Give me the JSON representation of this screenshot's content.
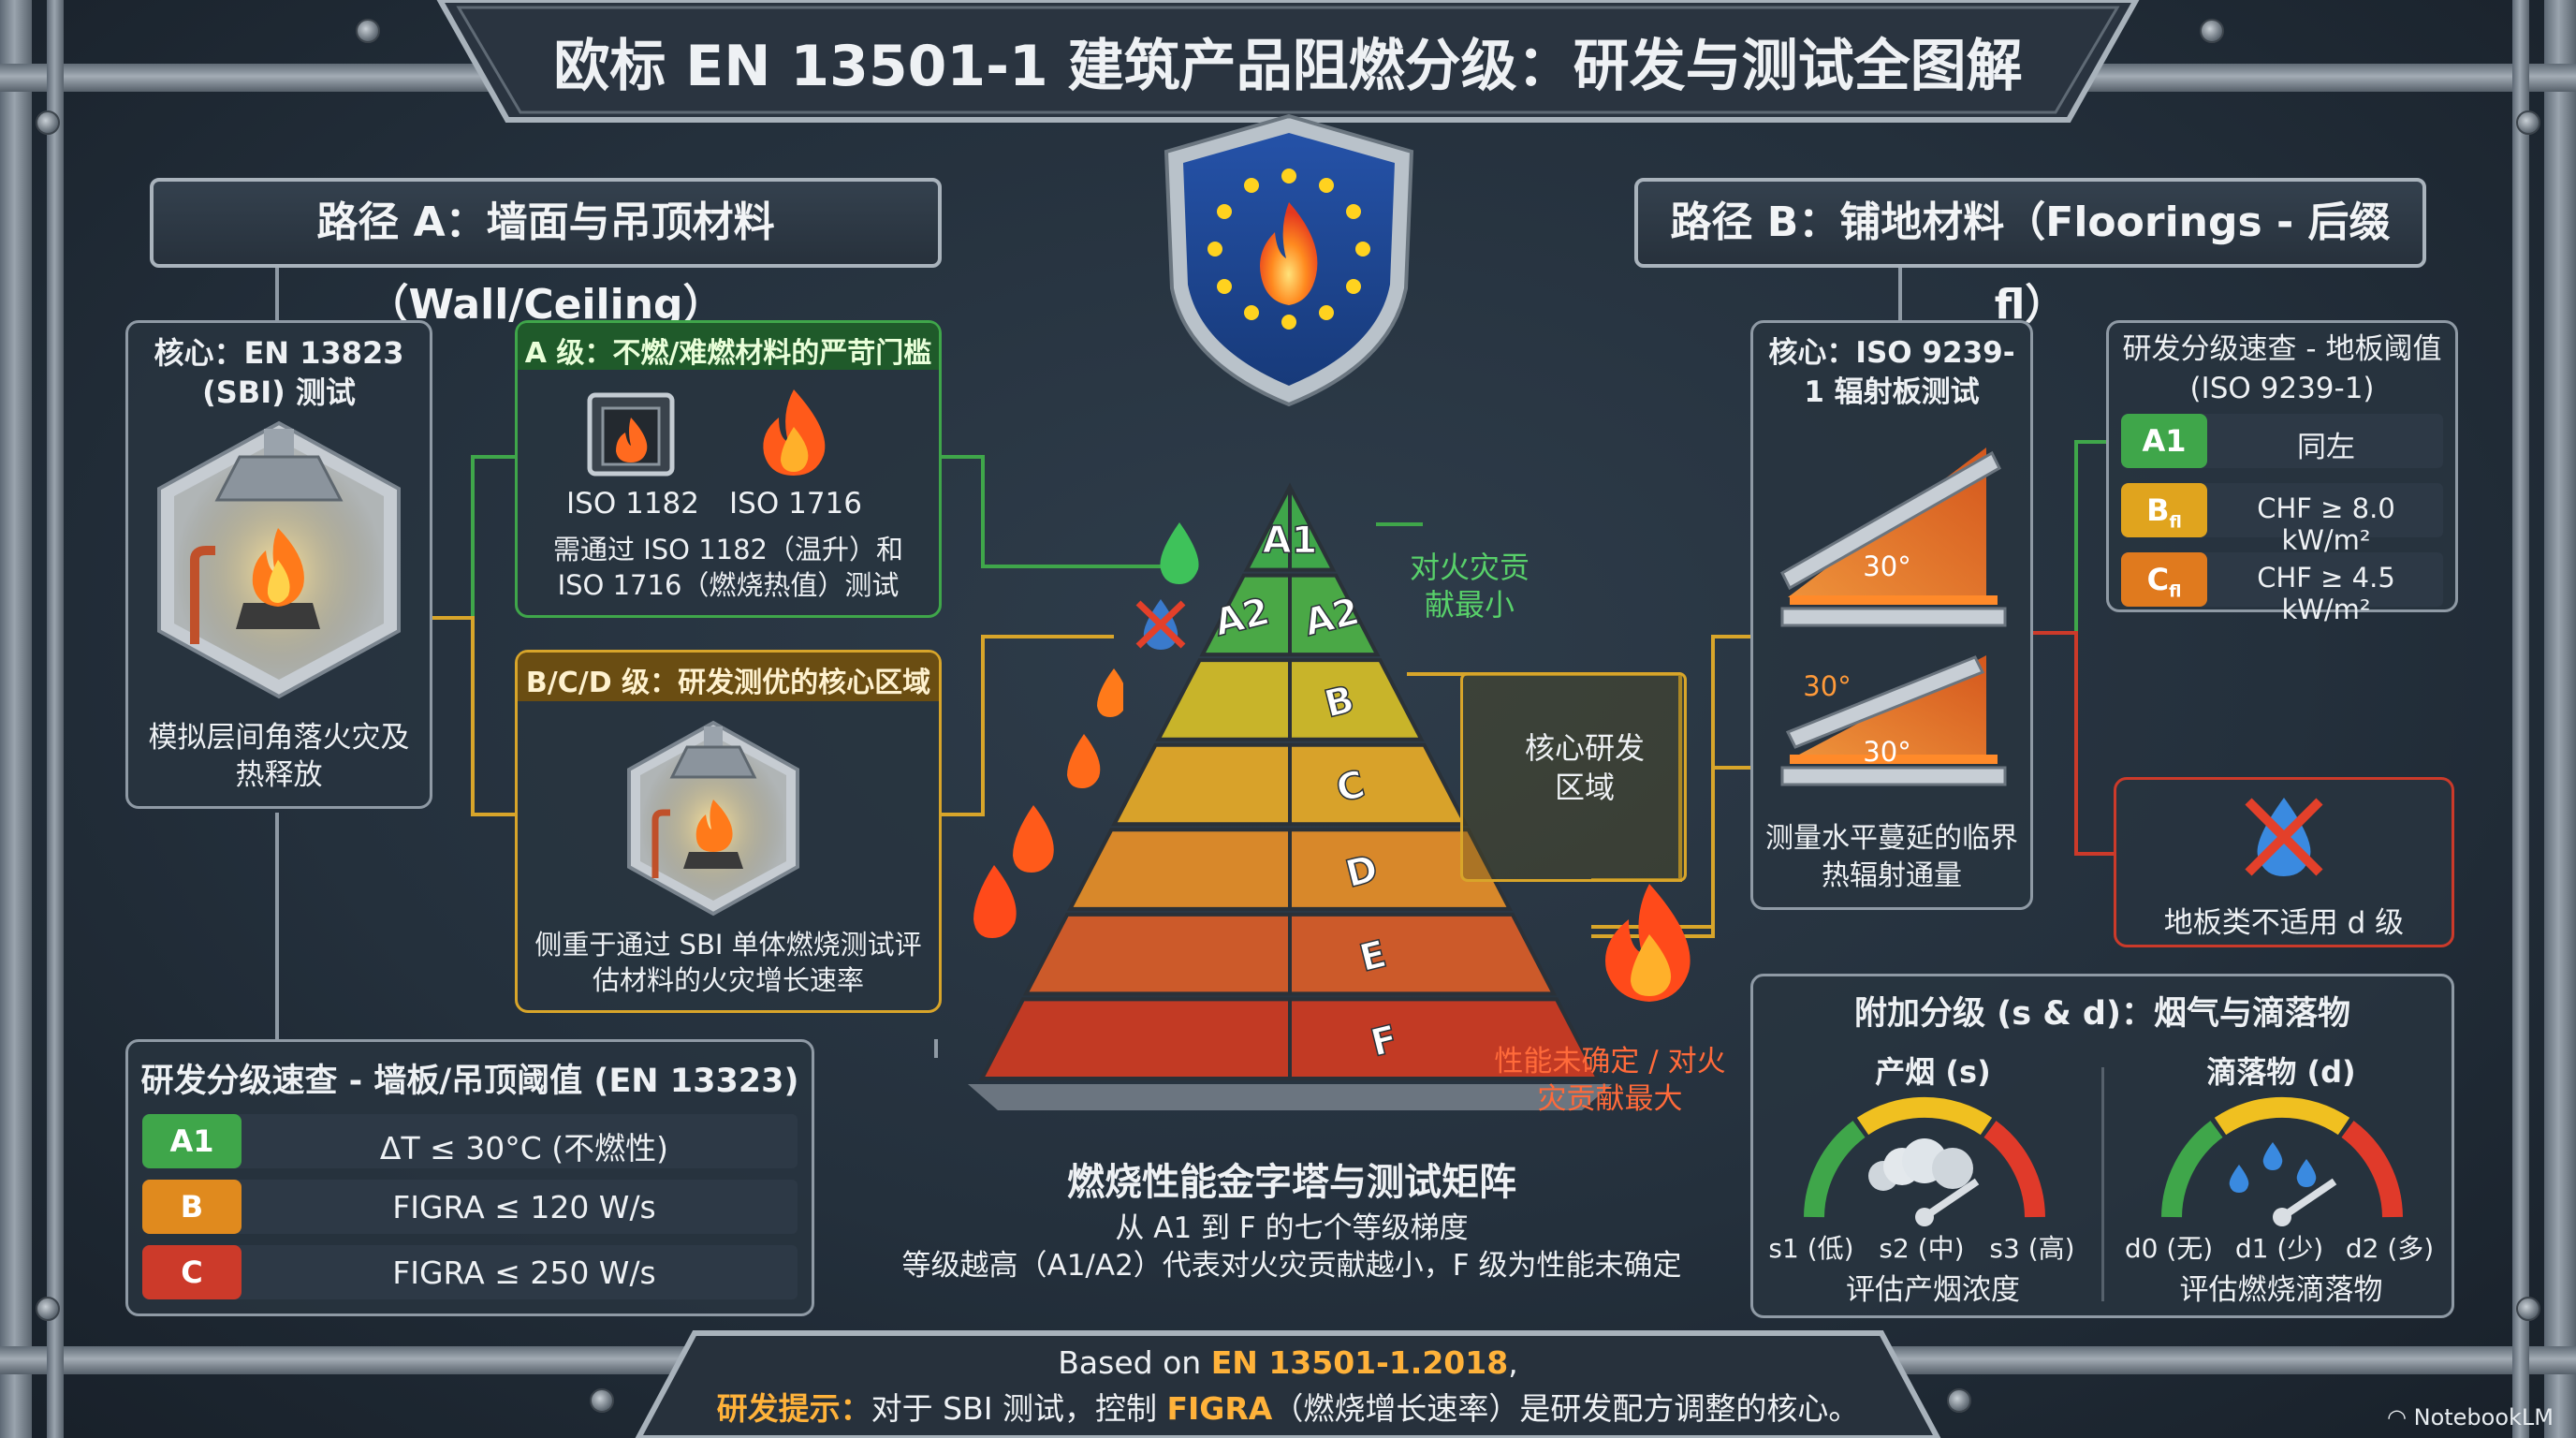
{
  "title": "欧标 EN 13501-1 建筑产品阻燃分级：研发与测试全图解",
  "path_a": {
    "header": "路径 A：墙面与吊顶材料（Wall/Ceiling）",
    "core_title": "核心：EN 13823 (SBI) 测试",
    "core_caption": "模拟层间角落火灾及热释放",
    "class_a": {
      "header": "A 级：不燃/难燃材料的严苛门槛",
      "label_1": "ISO 1182",
      "label_2": "ISO 1716",
      "note": "需通过 ISO 1182（温升）和 ISO 1716（燃烧热值）测试"
    },
    "class_bcd": {
      "header": "B/C/D 级：研发测优的核心区域",
      "note": "侧重于通过 SBI 单体燃烧测试评估材料的火灾增长速率"
    },
    "quick": {
      "title": "研发分级速查 - 墙板/吊顶阈值 (EN 13323)",
      "rows": [
        {
          "cls": "A1",
          "value": "ΔT ≤ 30°C (不燃性)",
          "color": "#3fa64a"
        },
        {
          "cls": "B",
          "value": "FIGRA ≤ 120 W/s",
          "color": "#e08a1e"
        },
        {
          "cls": "C",
          "value": "FIGRA ≤ 250 W/s",
          "color": "#cc3a2a"
        }
      ]
    }
  },
  "path_b": {
    "header": "路径 B：铺地材料（Floorings - 后缀 fl）",
    "core_title": "核心：ISO 9239-1 辐射板测试",
    "angle_top": "30°",
    "angle_left": "30°",
    "angle_bottom": "30°",
    "core_caption": "测量水平蔓延的临界热辐射通量",
    "quick": {
      "title": "研发分级速查 - 地板阈值 (ISO 9239-1)",
      "rows": [
        {
          "cls": "A1",
          "sub": "",
          "value": "同左",
          "color": "#3fa64a"
        },
        {
          "cls": "B",
          "sub": "fl",
          "value": "CHF ≥ 8.0 kW/m²",
          "color": "#e0a41e"
        },
        {
          "cls": "C",
          "sub": "fl",
          "value": "CHF ≥ 4.5 kW/m²",
          "color": "#e07a1e"
        }
      ]
    },
    "no_d": "地板类不适用 d 级"
  },
  "pyramid": {
    "levels": [
      "A1",
      "A2",
      "A2",
      "B",
      "C",
      "D",
      "E",
      "F"
    ],
    "top_note": "对火灾贡献最小",
    "core_note": "核心研发区域",
    "bottom_note": "性能未确定 / 对火灾贡献最大",
    "caption_title": "燃烧性能金字塔与测试矩阵",
    "caption_line1": "从 A1 到 F 的七个等级梯度",
    "caption_line2": "等级越高（A1/A2）代表对火灾贡献越小，F 级为性能未确定"
  },
  "extra": {
    "title": "附加分级 (s & d)：烟气与滴落物",
    "smoke": {
      "title": "产烟 (s)",
      "labels": [
        "s1 (低)",
        "s2 (中)",
        "s3 (高)"
      ],
      "caption": "评估产烟浓度"
    },
    "drip": {
      "title": "滴落物 (d)",
      "labels": [
        "d0 (无)",
        "d1 (少)",
        "d2 (多)"
      ],
      "caption": "评估燃烧滴落物"
    }
  },
  "footer": {
    "line1_prefix": "Based on ",
    "line1_highlight": "EN 13501-1.2018",
    "line1_suffix": ",",
    "tip_label": "研发提示：",
    "tip_pre": "对于 SBI 测试，控制 ",
    "tip_highlight": "FIGRA",
    "tip_post": "（燃烧增长速率）是研发配方调整的核心。"
  },
  "watermark": "NotebookLM"
}
